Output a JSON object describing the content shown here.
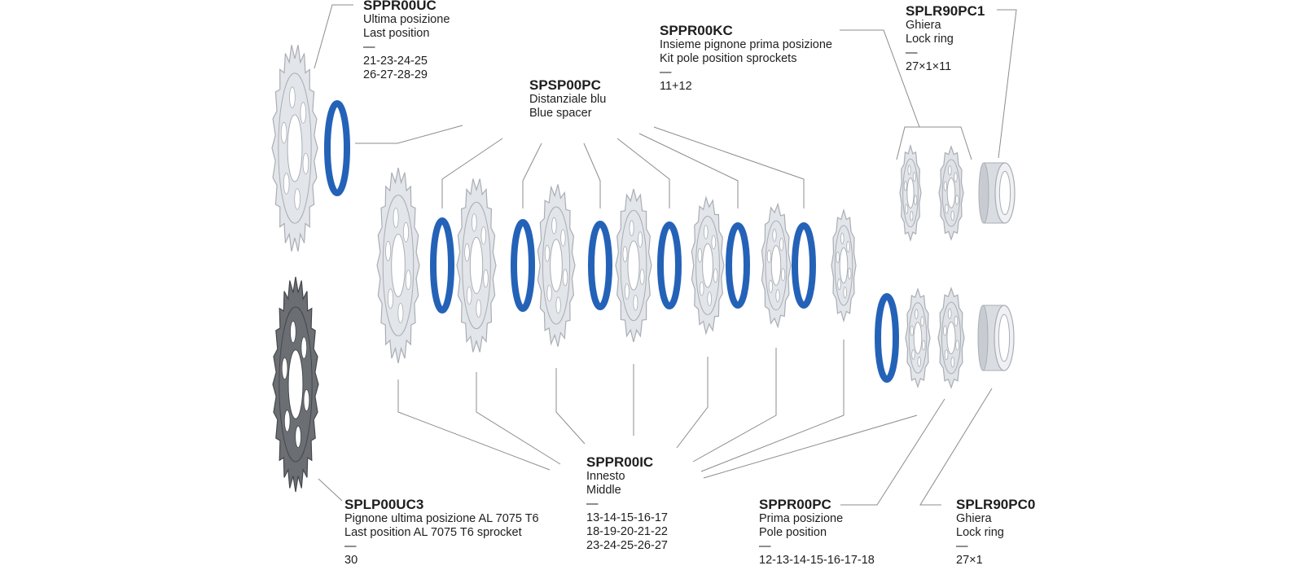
{
  "colors": {
    "spacer_blue": "#2462b8",
    "sprocket_silver": "#e2e5e9",
    "sprocket_edge": "#a9aeb5",
    "sprocket_dark": "#6b6f74",
    "leader_line": "#8c8c8c",
    "text": "#1e1e1e"
  },
  "icons": {
    "sprocket": "sprocket-icon",
    "spacer": "blue-ring-icon",
    "lock_ring": "lock-ring-icon"
  },
  "callouts": {
    "last": {
      "code": "SPPR00UC",
      "it": "Ultima posizione",
      "en": "Last position",
      "dash": "—",
      "sizes1": "21-23-24-25",
      "sizes2": "26-27-28-29"
    },
    "spacer": {
      "code": "SPSP00PC",
      "it": "Distanziale blu",
      "en": "Blue spacer"
    },
    "kit": {
      "code": "SPPR00KC",
      "it": "Insieme pignone prima posizione",
      "en": "Kit pole position sprockets",
      "dash": "—",
      "sizes": "11+12"
    },
    "lockring1": {
      "code": "SPLR90PC1",
      "it": "Ghiera",
      "en": "Lock ring",
      "dash": "—",
      "sizes": "27×1×11"
    },
    "al": {
      "code": "SPLP00UC3",
      "it": "Pignone ultima posizione AL 7075 T6",
      "en": "Last position AL 7075 T6 sprocket",
      "dash": "—",
      "sizes": "30"
    },
    "middle": {
      "code": "SPPR00IC",
      "it": "Innesto",
      "en": "Middle",
      "dash": "—",
      "sizes1": "13-14-15-16-17",
      "sizes2": "18-19-20-21-22",
      "sizes3": "23-24-25-26-27"
    },
    "pole": {
      "code": "SPPR00PC",
      "it": "Prima posizione",
      "en": "Pole position",
      "dash": "—",
      "sizes": "12-13-14-15-16-17-18"
    },
    "lockring0": {
      "code": "SPLR90PC0",
      "it": "Ghiera",
      "en": "Lock ring",
      "dash": "—",
      "sizes": "27×1"
    }
  }
}
